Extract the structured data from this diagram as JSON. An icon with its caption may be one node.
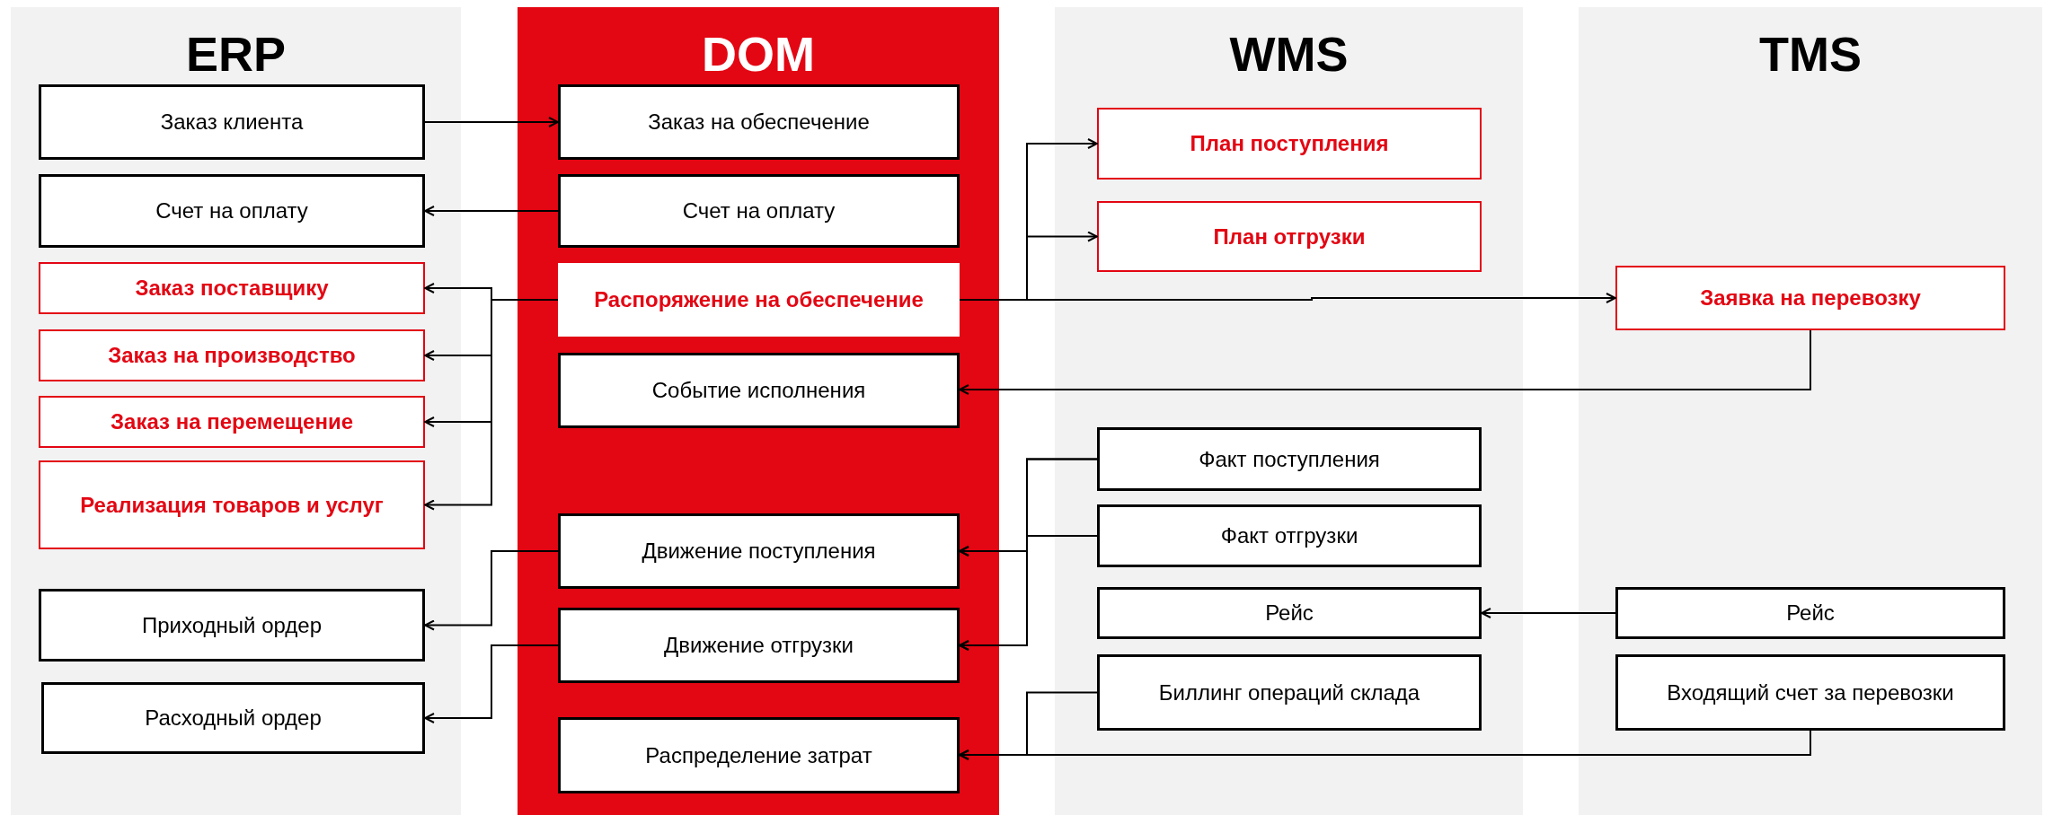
{
  "diagram": {
    "nodes": [
      {
        "text": [
          "ERP"
        ]
      },
      {
        "text": [
          "DOM"
        ]
      },
      {
        "text": [
          "WMS"
        ]
      },
      {
        "text": [
          "TMS"
        ]
      },
      {
        "text": [
          "Заказ клиента"
        ],
        "in": 0
      },
      {
        "text": [
          "Счет на оплату"
        ],
        "in": 0
      },
      {
        "text": [
          "Заказ поставщику"
        ],
        "in": 0
      },
      {
        "text": [
          "Заказ на производство"
        ],
        "in": 0
      },
      {
        "text": [
          "Заказ на перемещение"
        ],
        "in": 0
      },
      {
        "text": [
          "Реализация товаров и услуг"
        ],
        "in": 0
      },
      {
        "text": [
          "Приходный ордер"
        ],
        "in": 0
      },
      {
        "text": [
          "Расходный ордер"
        ],
        "in": 0
      },
      {
        "text": [
          "Заказ на обеспечение"
        ],
        "in": 1
      },
      {
        "text": [
          "Счет на оплату"
        ],
        "in": 1
      },
      {
        "text": [
          "Распоряжение на обеспечение"
        ],
        "in": 1
      },
      {
        "text": [
          "Событие исполнения"
        ],
        "in": 1
      },
      {
        "text": [
          "Движение поступления"
        ],
        "in": 1
      },
      {
        "text": [
          "Движение отгрузки"
        ],
        "in": 1
      },
      {
        "text": [
          "Распределение затрат"
        ],
        "in": 1
      },
      {
        "text": [
          "План поступления"
        ],
        "in": 2
      },
      {
        "text": [
          "План отгрузки"
        ],
        "in": 2
      },
      {
        "text": [
          "Факт поступления"
        ],
        "in": 2
      },
      {
        "text": [
          "Факт отгрузки"
        ],
        "in": 2
      },
      {
        "text": [
          "Рейс"
        ],
        "in": 2
      },
      {
        "text": [
          "Биллинг операций склада"
        ],
        "in": 2
      },
      {
        "text": [
          "Заявка на перевозку"
        ],
        "in": 3
      },
      {
        "text": [
          "Рейс"
        ],
        "in": 3
      },
      {
        "text": [
          "Входящий счет за перевозки"
        ],
        "in": 3
      }
    ],
    "edges": [
      {
        "from": 4,
        "to": 12,
        "arrow": "to"
      },
      {
        "from": 13,
        "to": 5,
        "arrow": "to"
      },
      {
        "from": 14,
        "to": 6,
        "arrow": "to"
      },
      {
        "from": 14,
        "to": 7,
        "arrow": "to"
      },
      {
        "from": 14,
        "to": 8,
        "arrow": "to"
      },
      {
        "from": 14,
        "to": 9,
        "arrow": "to"
      },
      {
        "from": 14,
        "to": 19,
        "arrow": "to"
      },
      {
        "from": 14,
        "to": 20,
        "arrow": "to"
      },
      {
        "from": 14,
        "to": 25,
        "arrow": "to"
      },
      {
        "from": 25,
        "to": 15,
        "arrow": "to"
      },
      {
        "from": 21,
        "to": 16,
        "arrow": "to"
      },
      {
        "from": 21,
        "to": 17,
        "arrow": "to"
      },
      {
        "from": 22,
        "to": 16,
        "arrow": "to"
      },
      {
        "from": 22,
        "to": 17,
        "arrow": "to"
      },
      {
        "from": 16,
        "to": 10,
        "arrow": "to"
      },
      {
        "from": 17,
        "to": 11,
        "arrow": "to"
      },
      {
        "from": 26,
        "to": 23,
        "arrow": "to"
      },
      {
        "from": 24,
        "to": 18,
        "arrow": "to"
      },
      {
        "from": 27,
        "to": 18,
        "arrow": "to"
      }
    ]
  }
}
